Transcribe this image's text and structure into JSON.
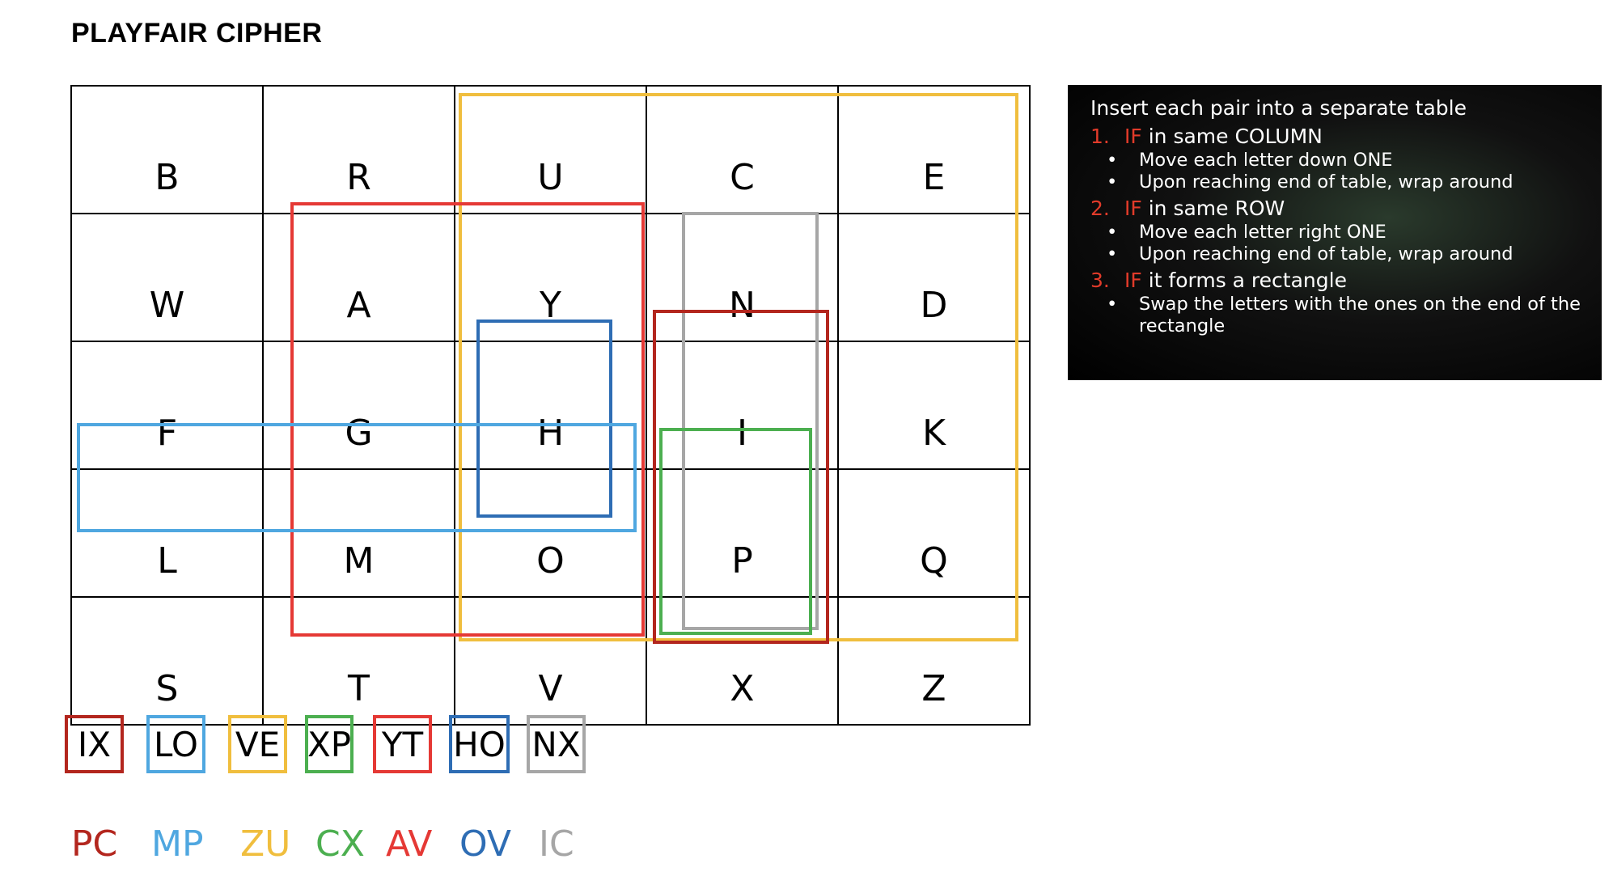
{
  "title": "PLAYFAIR CIPHER",
  "grid": [
    [
      "B",
      "R",
      "U",
      "C",
      "E"
    ],
    [
      "W",
      "A",
      "Y",
      "N",
      "D"
    ],
    [
      "F",
      "G",
      "H",
      "I",
      "K"
    ],
    [
      "L",
      "M",
      "O",
      "P",
      "Q"
    ],
    [
      "S",
      "T",
      "V",
      "X",
      "Z"
    ]
  ],
  "colors": {
    "ix": "#b3261e",
    "lo": "#4fa7e0",
    "ve": "#f0be3e",
    "xp": "#4caf50",
    "yt": "#e53935",
    "ho": "#2e6db4",
    "nx": "#a6a6a6",
    "rule_accent": "#e23b2a"
  },
  "rules": {
    "heading": "Insert each pair into a separate table",
    "items": [
      {
        "number": "1.",
        "keyword": "IF",
        "text": " in same COLUMN",
        "bullets": [
          "Move each letter down ONE",
          "Upon reaching end of table, wrap around"
        ]
      },
      {
        "number": "2.",
        "keyword": "IF",
        "text": " in same ROW",
        "bullets": [
          "Move each letter right ONE",
          "Upon reaching end of table, wrap around"
        ]
      },
      {
        "number": "3.",
        "keyword": "IF",
        "text": " it forms a rectangle",
        "bullets": [
          "Swap the letters with the ones on the end of the rectangle"
        ]
      }
    ]
  },
  "pairs": [
    {
      "text": "IX",
      "color": "ix"
    },
    {
      "text": "LO",
      "color": "lo"
    },
    {
      "text": "VE",
      "color": "ve"
    },
    {
      "text": "XP",
      "color": "xp"
    },
    {
      "text": "YT",
      "color": "yt"
    },
    {
      "text": "HO",
      "color": "ho"
    },
    {
      "text": "NX",
      "color": "nx"
    }
  ],
  "results": [
    {
      "text": "PC",
      "color": "ix"
    },
    {
      "text": "MP",
      "color": "lo"
    },
    {
      "text": "ZU",
      "color": "ve"
    },
    {
      "text": "CX",
      "color": "xp"
    },
    {
      "text": "AV",
      "color": "yt"
    },
    {
      "text": "OV",
      "color": "ho"
    },
    {
      "text": "IC",
      "color": "nx"
    }
  ]
}
